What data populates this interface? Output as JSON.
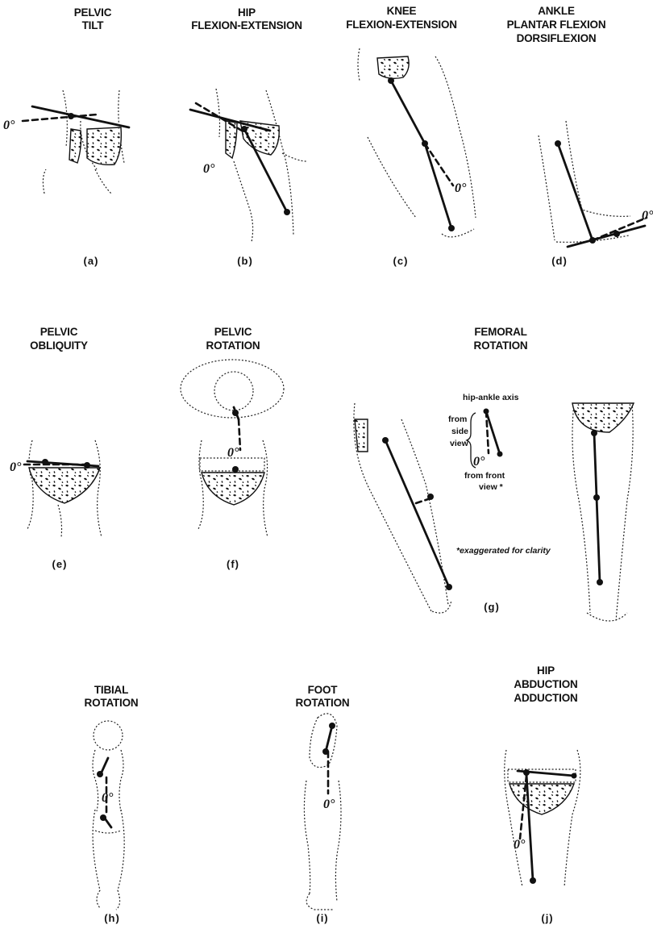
{
  "panels": [
    {
      "id": "a",
      "title": [
        "PELVIC",
        "TILT"
      ],
      "caption": "(a)",
      "zero_label": "0°"
    },
    {
      "id": "b",
      "title": [
        "HIP",
        "FLEXION-EXTENSION"
      ],
      "caption": "(b)",
      "zero_label": "0°"
    },
    {
      "id": "c",
      "title": [
        "KNEE",
        "FLEXION-EXTENSION"
      ],
      "caption": "(c)",
      "zero_label": "0°"
    },
    {
      "id": "d",
      "title": [
        "ANKLE",
        "PLANTAR FLEXION",
        "DORSIFLEXION"
      ],
      "caption": "(d)",
      "zero_label": "0°"
    },
    {
      "id": "e",
      "title": [
        "PELVIC",
        "OBLIQUITY"
      ],
      "caption": "(e)",
      "zero_label": "0°"
    },
    {
      "id": "f",
      "title": [
        "PELVIC",
        "ROTATION"
      ],
      "caption": "(f)",
      "zero_label": "0°"
    },
    {
      "id": "g",
      "title": [
        "FEMORAL",
        "ROTATION"
      ],
      "caption": "(g)",
      "zero_label": "0°",
      "notes": {
        "axis": "hip-ankle axis",
        "from": "from",
        "side": "side",
        "view": "view",
        "front": "from front",
        "front_view": "view *",
        "exaggerated": "*exaggerated for clarity"
      }
    },
    {
      "id": "h",
      "title": [
        "TIBIAL",
        "ROTATION"
      ],
      "caption": "(h)",
      "zero_label": "0°"
    },
    {
      "id": "i",
      "title": [
        "FOOT",
        "ROTATION"
      ],
      "caption": "(i)",
      "zero_label": "0°"
    },
    {
      "id": "j",
      "title": [
        "HIP",
        "ABDUCTION",
        "ADDUCTION"
      ],
      "caption": "(j)",
      "zero_label": "0°"
    }
  ]
}
